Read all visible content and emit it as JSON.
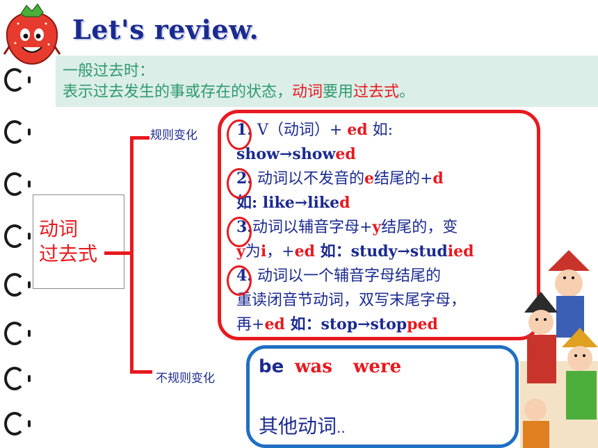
{
  "title": "Let's review.",
  "banner": {
    "line1": "一般过去时：",
    "line2_a": "表示过去发生的事或存在的状态，",
    "line2_b": "动词",
    "line2_c": "要用",
    "line2_d": "过去式",
    "line2_e": "。"
  },
  "concept": {
    "line1": "动词",
    "line2": "过去式"
  },
  "branches": {
    "regular": "规则变化",
    "irregular": "不规则变化"
  },
  "rules": {
    "r1_num": "1.",
    "r1_a": "V（动词）+ ",
    "r1_b": "ed",
    "r1_c": " 如:",
    "r1_ex_a": "show→show",
    "r1_ex_b": "ed",
    "r2_num": "2.",
    "r2_a": " 动词以不发音的",
    "r2_b": "e",
    "r2_c": "结尾的+",
    "r2_d": "d",
    "r2_ex_a": "如: like→like",
    "r2_ex_b": "d",
    "r3_num": "3.",
    "r3_a": "动词以辅音字母+",
    "r3_b": "y",
    "r3_c": "结尾的，变",
    "r3_d": "y",
    "r3_e": "为",
    "r3_f": "i",
    "r3_g": "，+",
    "r3_h": "ed",
    "r3_i": " 如：study→stud",
    "r3_j": "ied",
    "r4_num": "4.",
    "r4_a": " 动词以一个辅音字母结尾的",
    "r4_b": "重读闭音节动词，双写末尾字母，",
    "r4_c": "再+",
    "r4_d": "ed",
    "r4_e": " 如：stop→stop",
    "r4_f": "ped"
  },
  "irregular": {
    "be": "be",
    "was": "was",
    "were": "were",
    "other": "其他动词",
    "ellipsis": ".."
  },
  "colors": {
    "red": "#e8191f",
    "navy": "#1b2a8f",
    "green": "#2e9a6e",
    "blue_border": "#1f6fc2",
    "banner_bg": "#dceee8"
  },
  "icons": [
    "strawberry-mascot-icon",
    "spiral-binding-icon",
    "cartoon-children-illustration"
  ]
}
